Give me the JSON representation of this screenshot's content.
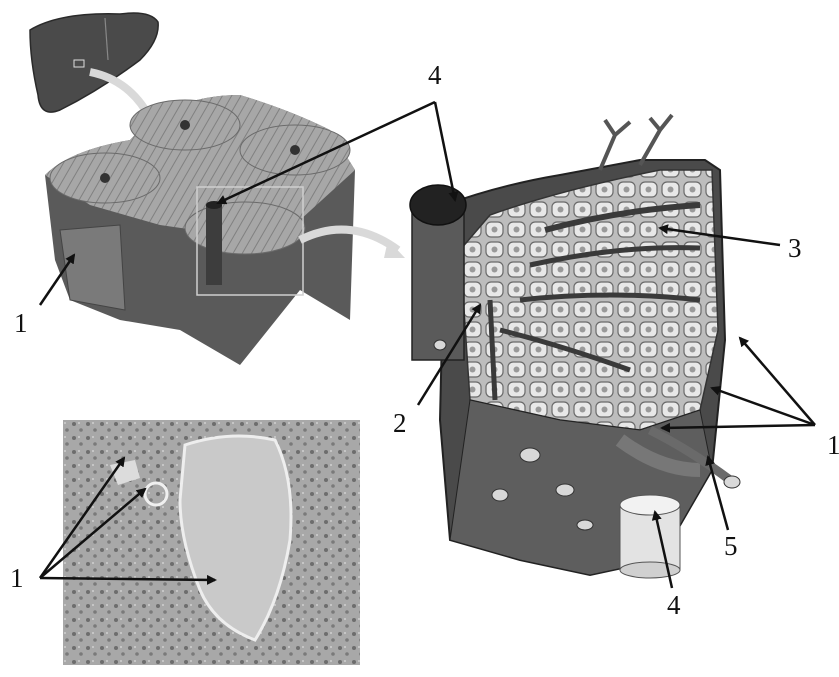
{
  "figure": {
    "labels": {
      "top_liver_4": "4",
      "left_1": "1",
      "block_3": "3",
      "block_2": "2",
      "block_1_right": "1",
      "block_5": "5",
      "block_4_bottom": "4",
      "micro_1": "1"
    },
    "colors": {
      "tissue_dark": "#4a4a4a",
      "tissue_mid": "#8a8a8a",
      "tissue_light": "#cfcfcf",
      "cell_fill": "#e6e6e6",
      "micro_bg": "#a9a9a9",
      "arrow": "#111111",
      "transfer_arrow": "#d9d9d9"
    }
  }
}
